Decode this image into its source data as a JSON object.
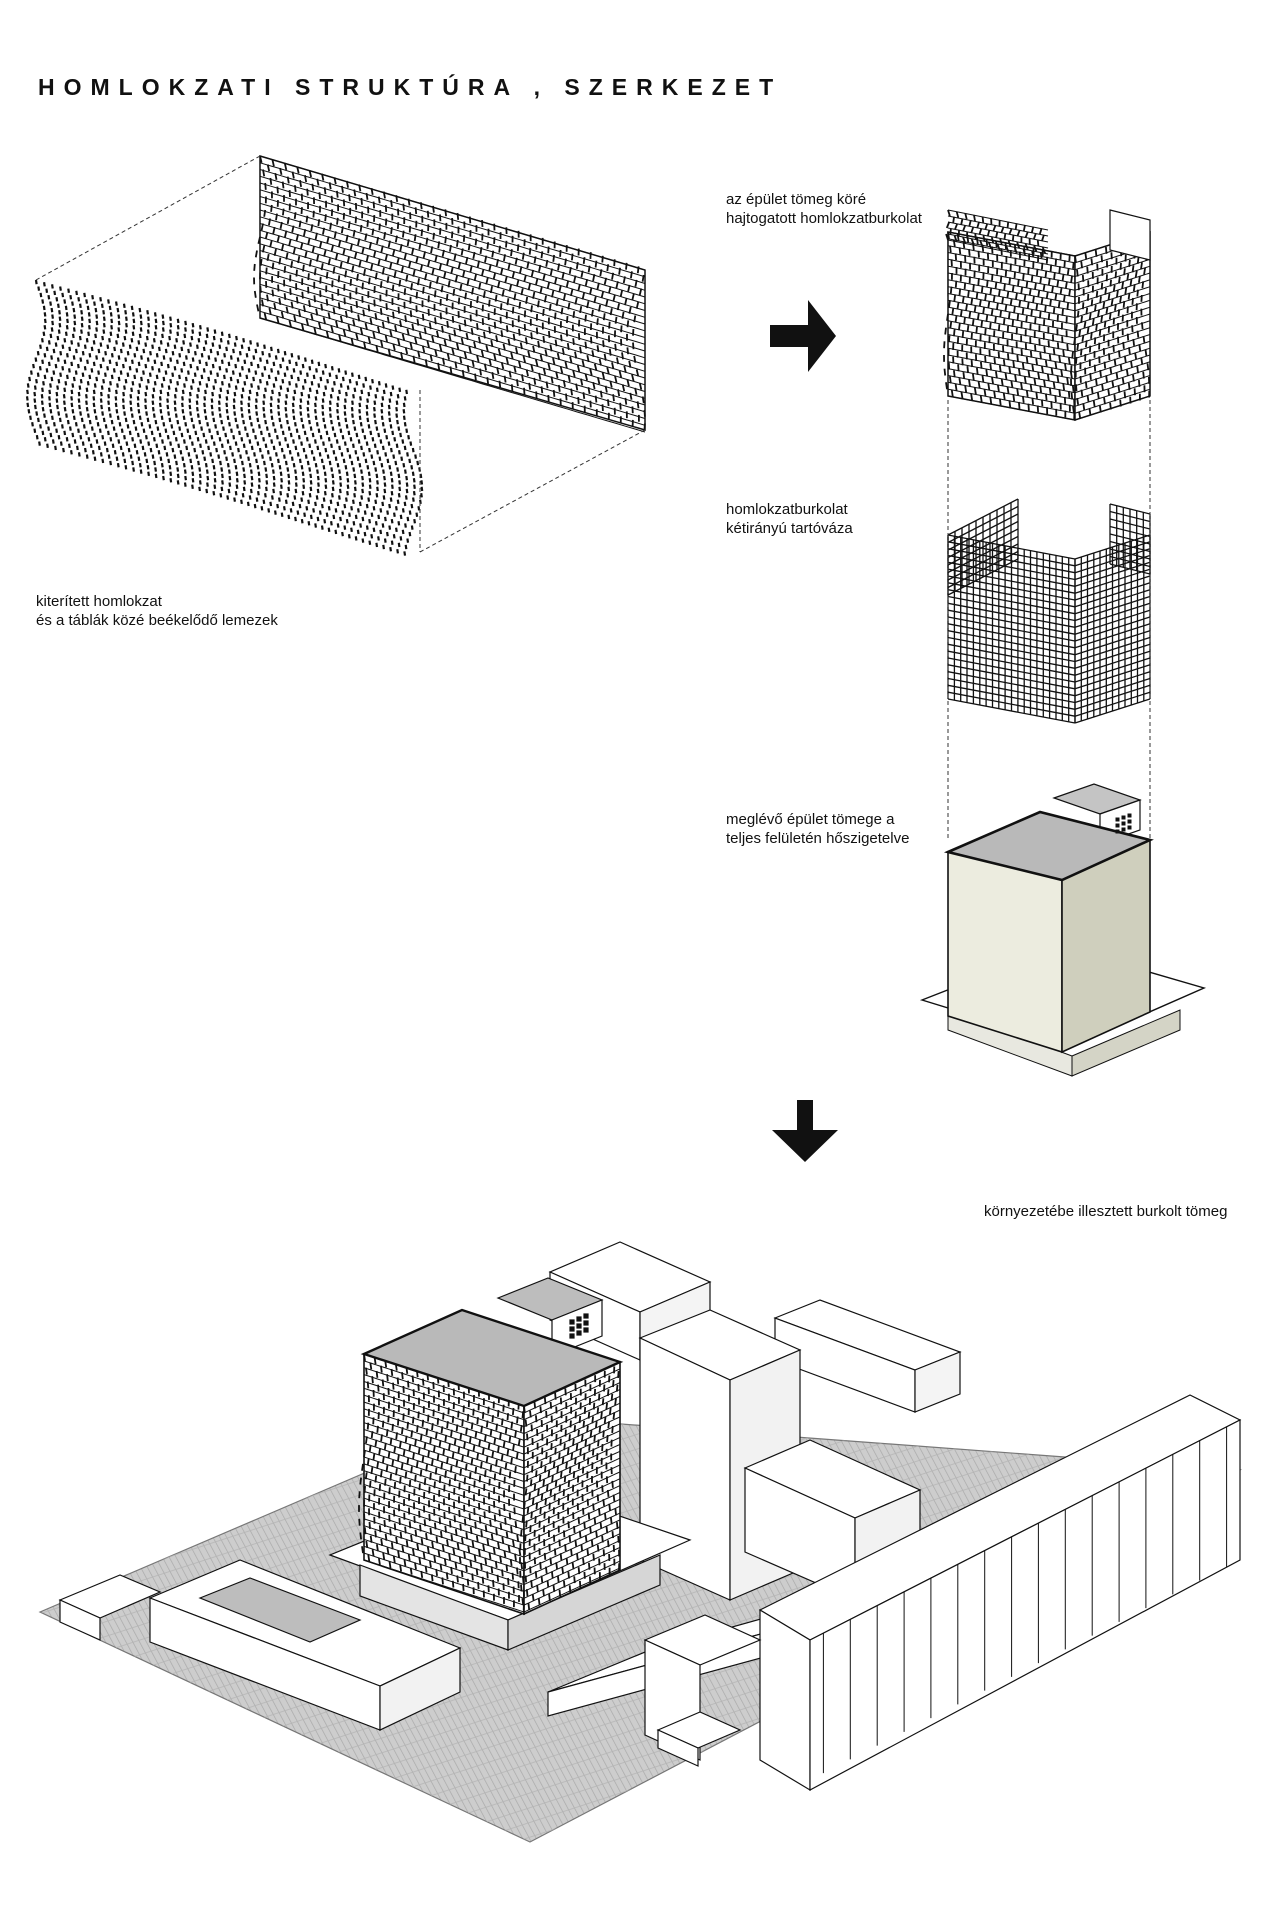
{
  "title": "HOMLOKZATI STRUKTÚRA , SZERKEZET",
  "labels": {
    "unfolded": [
      "kiterített homlokzat",
      "és a táblák közé beékelődő lemezek"
    ],
    "wrapped": [
      "az épület tömeg köré",
      "hajtogatott homlokzatburkolat"
    ],
    "frame": [
      "homlokzatburkolat",
      "kétirányú tartóváza"
    ],
    "existing": [
      "meglévő épület tömege a",
      "teljes felületén hőszigetelve"
    ],
    "context": [
      "környezetébe illesztett burkolt tömeg"
    ]
  },
  "colors": {
    "ink": "#111111",
    "roof": "#b9b9b9",
    "insulated_front": "#ececdf",
    "insulated_side": "#cfcfbd",
    "ground": "#c9c9c9"
  }
}
